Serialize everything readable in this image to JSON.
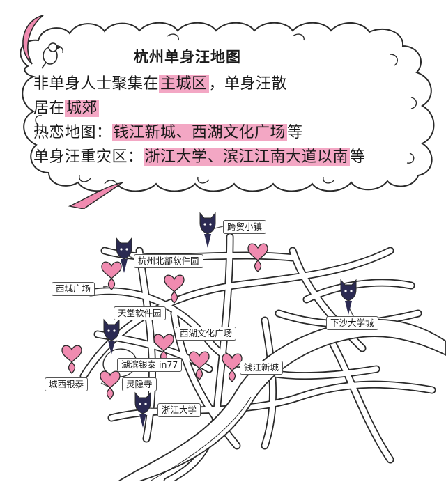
{
  "card": {
    "title": "杭州单身汪地图",
    "line1": {
      "a": "非单身人士聚集在",
      "b": "主城区",
      "c": "，单身汪散"
    },
    "line2": {
      "a": "居在",
      "b": "城郊"
    },
    "line3": {
      "a": "热恋地图：",
      "b": "钱江新城、西湖文化广场",
      "c": "等"
    },
    "line4": {
      "a": "单身汪重灾区：",
      "b": "浙江大学、滨江江南大道以南",
      "c": "等"
    }
  },
  "colors": {
    "highlight": "#f3a7c4",
    "heart": "#f08bb0",
    "cat": "#2b2a52",
    "moon": "#f08bb0"
  },
  "legend_icons": {
    "couple": "heart-pin-icon",
    "single": "cat-pin-icon"
  },
  "map": {
    "labels": {
      "kuamao": "跨贸小镇",
      "beibu": "杭州北部软件园",
      "xicheng": "西城广场",
      "tiantang": "天堂软件园",
      "xiasha": "下沙大学城",
      "xihu": "西湖文化广场",
      "hubin": "湖滨银泰 in77",
      "qianjiang": "钱江新城",
      "chengxi": "城西银泰",
      "lingyin": "灵隐寺",
      "zheda": "浙江大学"
    }
  }
}
